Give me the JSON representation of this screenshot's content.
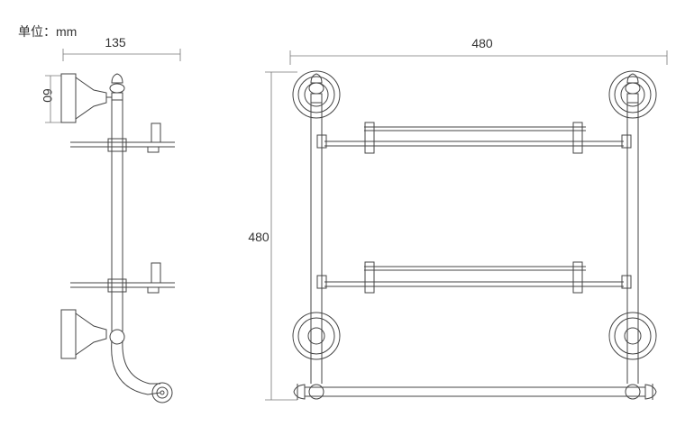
{
  "unit_label": "单位：mm",
  "side_view": {
    "width_label": "135",
    "height_label": "60"
  },
  "front_view": {
    "width_label": "480",
    "height_label": "480"
  },
  "colors": {
    "line": "#444444",
    "dimension": "#777777",
    "text": "#333333"
  }
}
